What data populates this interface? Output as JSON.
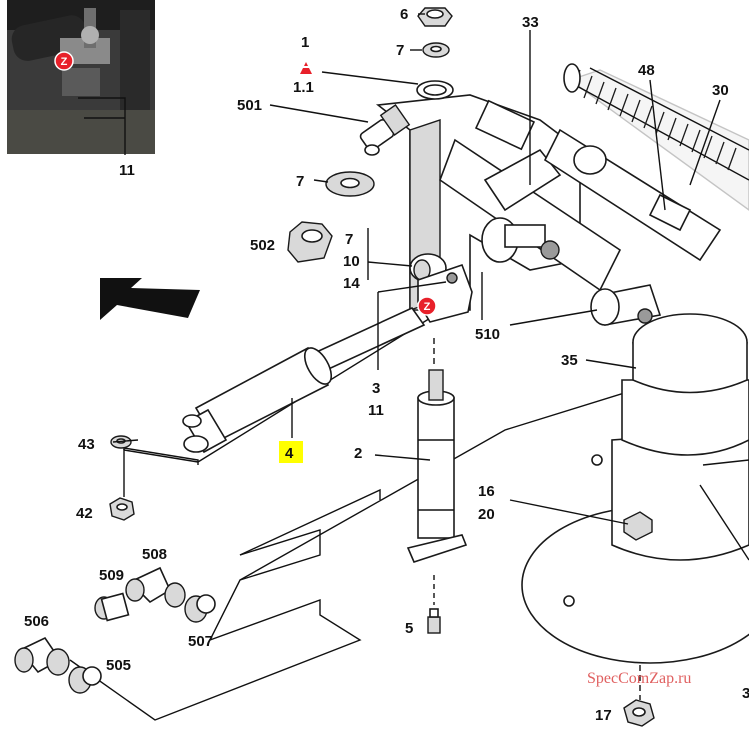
{
  "diagram": {
    "labels": {
      "l6": "6",
      "l7a": "7",
      "l33": "33",
      "l1": "1",
      "l1_1": "1.1",
      "l48": "48",
      "l30": "30",
      "l501": "501",
      "l7b": "7",
      "l502": "502",
      "l7c": "7",
      "l10": "10",
      "l14": "14",
      "l510": "510",
      "l35": "35",
      "l3": "3",
      "l11a": "11",
      "l4": "4",
      "l2": "2",
      "l43": "43",
      "l42": "42",
      "l16": "16",
      "l20": "20",
      "l508": "508",
      "l509": "509",
      "l506": "506",
      "l507": "507",
      "l505": "505",
      "l5": "5",
      "l17": "17",
      "l11b": "11",
      "l3b": "3"
    },
    "markers": {
      "z_inset": "Z",
      "z_main": "Z"
    },
    "highlight_color": "#ffff00",
    "marker_color": "#e8202a",
    "warning_icon": "cone-icon",
    "watermark": "SpecComZap.ru"
  }
}
